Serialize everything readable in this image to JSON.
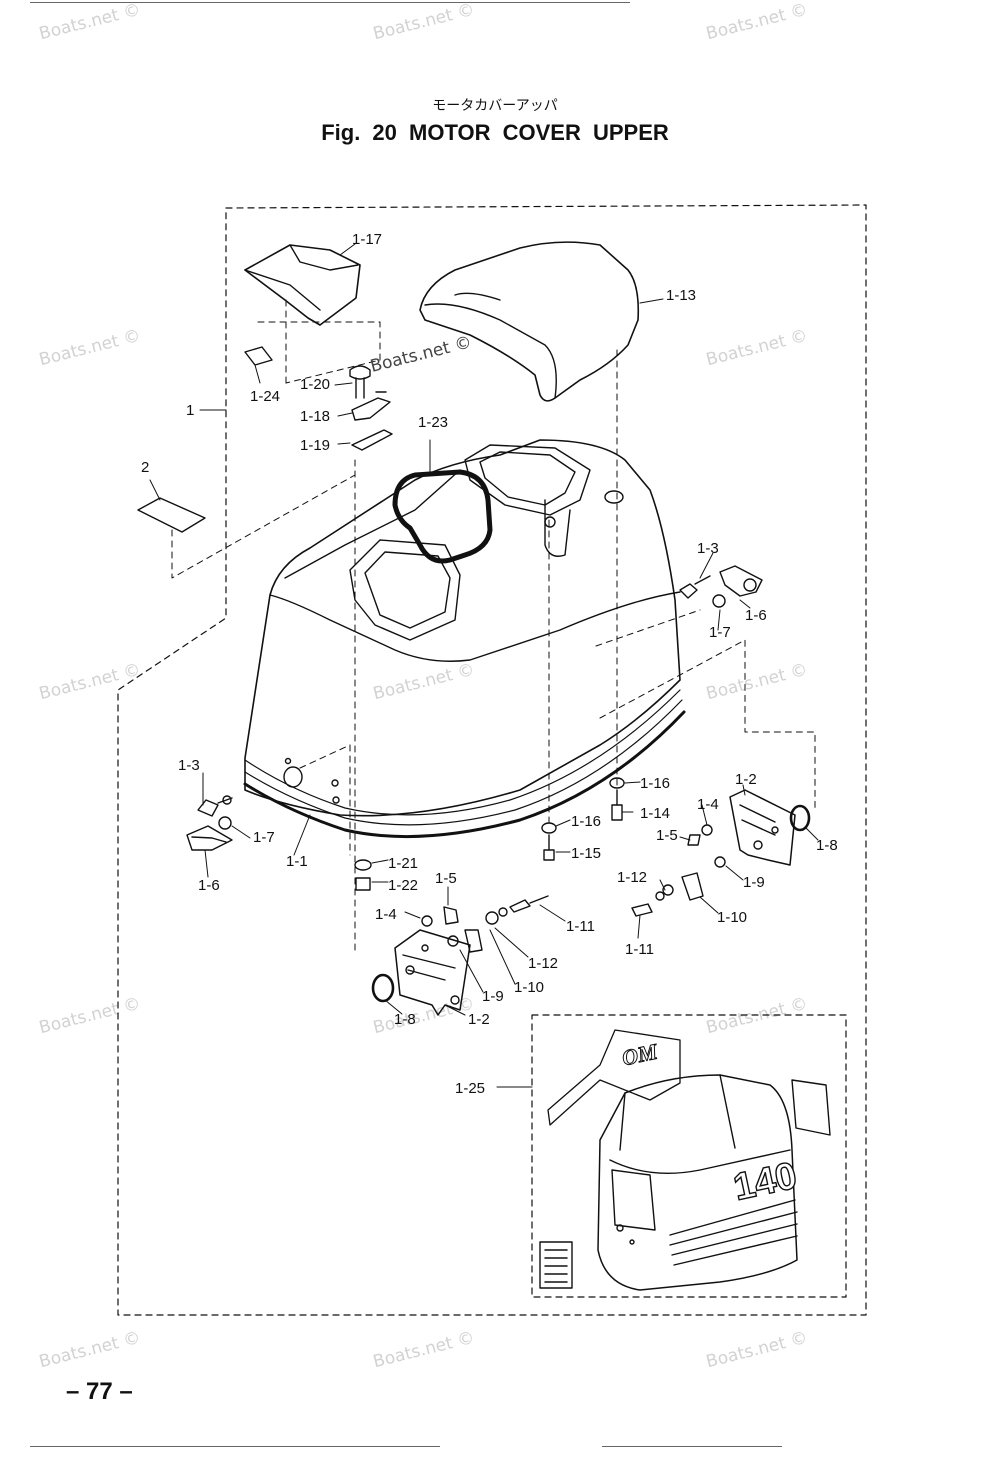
{
  "header": {
    "japanese_title": "モータカバーアッパ",
    "figure_title": "Fig. 20 MOTOR COVER UPPER"
  },
  "watermark": {
    "text": "Boats.net ©"
  },
  "labels": {
    "l_1": "1",
    "l_2": "2",
    "l_1_1": "1-1",
    "l_1_2a": "1-2",
    "l_1_2b": "1-2",
    "l_1_3a": "1-3",
    "l_1_3b": "1-3",
    "l_1_4a": "1-4",
    "l_1_4b": "1-4",
    "l_1_5a": "1-5",
    "l_1_5b": "1-5",
    "l_1_6a": "1-6",
    "l_1_6b": "1-6",
    "l_1_7a": "1-7",
    "l_1_7b": "1-7",
    "l_1_8a": "1-8",
    "l_1_8b": "1-8",
    "l_1_9a": "1-9",
    "l_1_9b": "1-9",
    "l_1_10a": "1-10",
    "l_1_10b": "1-10",
    "l_1_11a": "1-11",
    "l_1_11b": "1-11",
    "l_1_12a": "1-12",
    "l_1_12b": "1-12",
    "l_1_13": "1-13",
    "l_1_14": "1-14",
    "l_1_15": "1-15",
    "l_1_16a": "1-16",
    "l_1_16b": "1-16",
    "l_1_17": "1-17",
    "l_1_18": "1-18",
    "l_1_19": "1-19",
    "l_1_20": "1-20",
    "l_1_21": "1-21",
    "l_1_22": "1-22",
    "l_1_23": "1-23",
    "l_1_24": "1-24",
    "l_1_25": "1-25"
  },
  "decal_text": {
    "logo": "OM",
    "model": "140"
  },
  "footer": {
    "page_number": "– 77 –"
  }
}
